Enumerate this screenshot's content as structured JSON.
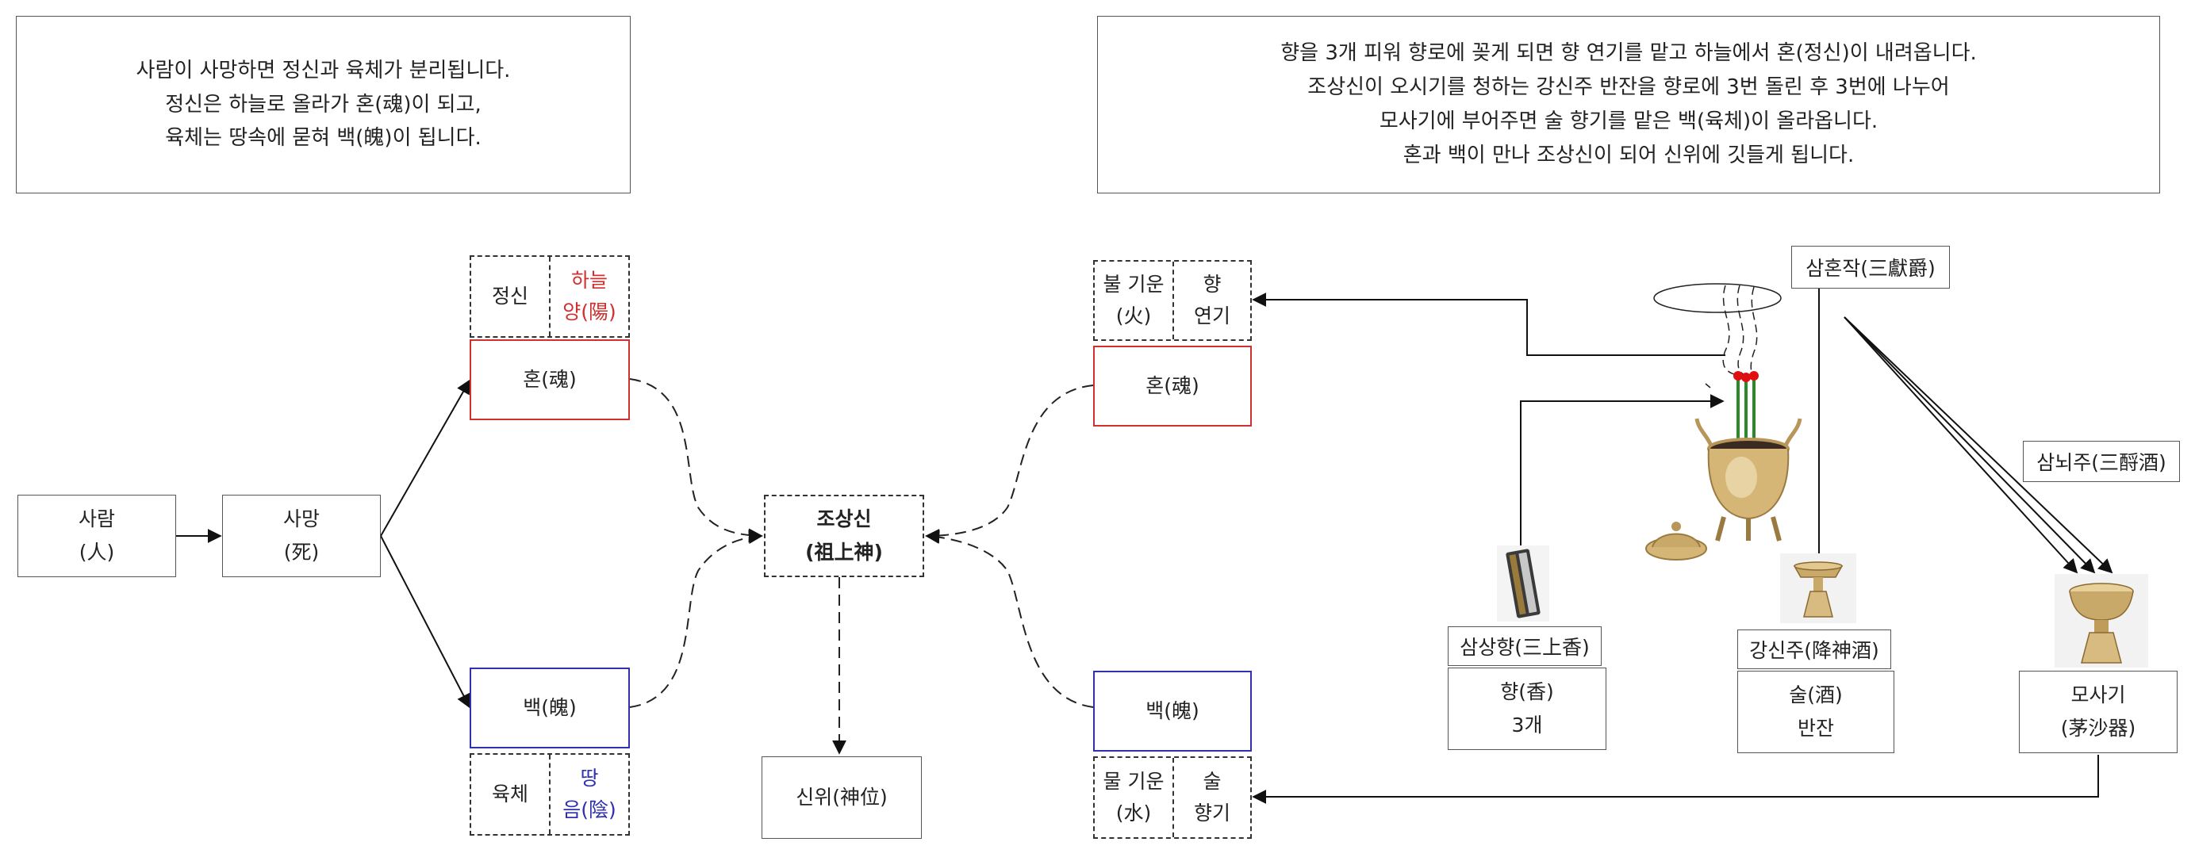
{
  "notes": {
    "left": [
      "사람이 사망하면 정신과 육체가 분리됩니다.",
      "정신은 하늘로 올라가 혼(魂)이 되고,",
      "육체는 땅속에 묻혀 백(魄)이 됩니다."
    ],
    "right": [
      "향을 3개 피워 향로에 꽂게 되면 향 연기를 맡고 하늘에서 혼(정신)이 내려옵니다.",
      "조상신이 오시기를 청하는 강신주 반잔을 향로에 3번 돌린 후 3번에 나누어",
      "모사기에 부어주면 술 향기를 맡은 백(육체)이 올라옵니다.",
      "혼과 백이 만나 조상신이 되어 신위에 깃들게 됩니다."
    ]
  },
  "left_diagram": {
    "person": [
      "사람",
      "(人)"
    ],
    "death": [
      "사망",
      "(死)"
    ],
    "spirit_label": "정신",
    "sky": [
      "하늘",
      "양(陽)"
    ],
    "hon": "혼(魂)",
    "baek": "백(魄)",
    "body_label": "육체",
    "earth": [
      "땅",
      "음(陰)"
    ]
  },
  "center": {
    "ancestor": [
      "조상신",
      "(祖上神)"
    ],
    "tablet": "신위(神位)"
  },
  "right_diagram": {
    "fire": [
      "불 기운",
      "(火)"
    ],
    "smoke": [
      "향",
      "연기"
    ],
    "hon": "혼(魂)",
    "baek": "백(魄)",
    "water": [
      "물 기운",
      "(水)"
    ],
    "liquor_scent": [
      "술",
      "향기"
    ],
    "samhonjak": "삼혼작(三獻爵)",
    "samnoeju": "삼뇌주(三酹酒)",
    "incense_title": "삼상향(三上香)",
    "incense": [
      "향(香)",
      "3개"
    ],
    "liquor_title": "강신주(降神酒)",
    "liquor": [
      "술(酒)",
      "반잔"
    ],
    "mosagi": [
      "모사기",
      "(茅沙器)"
    ]
  },
  "colors": {
    "red": "#d03030",
    "blue": "#3030b0",
    "brass": "#c9a96a",
    "incense_stick": "#2a8a2a",
    "ember": "#e01010"
  }
}
